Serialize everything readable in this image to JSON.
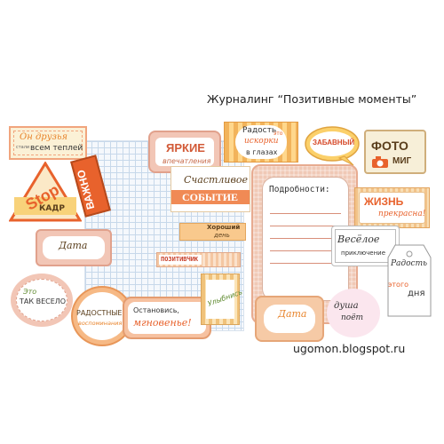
{
  "header": {
    "title": "Журналинг “Позитивные моменты”"
  },
  "footer": {
    "url": "ugomon.blogspot.ru"
  },
  "stickers": {
    "friends": {
      "line1": "Он друзья",
      "line2": "стали",
      "line3": "всем теплей"
    },
    "yarkie": {
      "line1": "ЯРКИЕ",
      "line2": "впечатления"
    },
    "radost_eye": {
      "line1": "Радость",
      "line2": "это",
      "line3": "искорки",
      "line4": "в глазах"
    },
    "zabavniy": {
      "text": "ЗАБАВНЫЙ"
    },
    "foto": {
      "line1": "ФОТО",
      "line2": "МИГ"
    },
    "stop": {
      "line1": "Stop",
      "line2": "КАДР"
    },
    "vazhno": {
      "text": "ВАЖНО"
    },
    "sobytie": {
      "line1": "Счастливое",
      "line2": "СОБЫТИЕ"
    },
    "details": {
      "label": "Подробности:"
    },
    "life": {
      "line1": "ЖИЗНЬ",
      "line2": "прекрасна!"
    },
    "horoshiy": {
      "line1": "Хороший",
      "line2": "день"
    },
    "pozitiv": {
      "text": "ПОЗИТИВЧИК"
    },
    "data1": {
      "text": "Дата"
    },
    "vesel": {
      "line1": "Весёлое",
      "line2": "приключение"
    },
    "radost_dnya": {
      "line1": "Радость",
      "line2": "этого",
      "line3": "дня"
    },
    "tak": {
      "line1": "Это",
      "line2": "ТАК ВЕСЕЛО"
    },
    "radostnye": {
      "line1": "РАДОСТНЫЕ",
      "line2": "воспоминания"
    },
    "ostanovis": {
      "line1": "Остановись,",
      "line2": "мгновенье!"
    },
    "ulybnis": {
      "text": "Улыбнись"
    },
    "data2": {
      "text": "Дата"
    },
    "dusha": {
      "line1": "душа",
      "line2": "поёт"
    }
  },
  "colors": {
    "accent_orange": "#e8622c",
    "accent_peach": "#f2c6b6",
    "grid_blue": "#c7d8ea"
  }
}
